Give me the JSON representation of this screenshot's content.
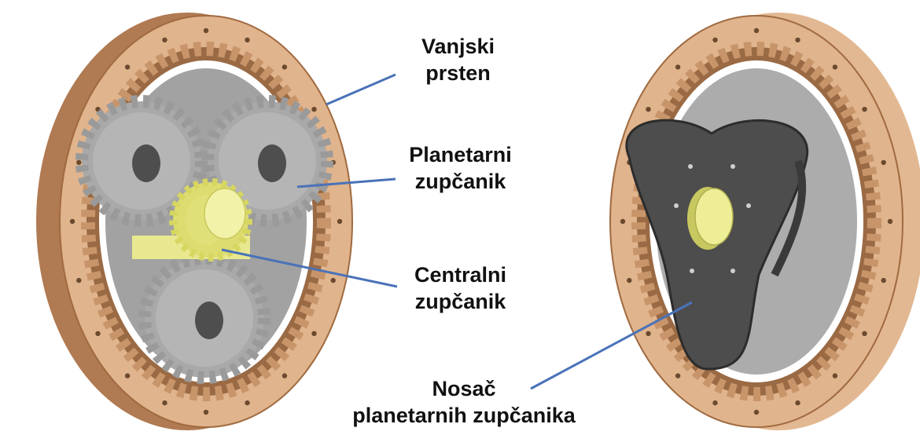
{
  "labels": {
    "outer_ring": {
      "line1": "Vanjski",
      "line2": "prsten"
    },
    "planet_gear": {
      "line1": "Planetarni",
      "line2": "zupčanik"
    },
    "sun_gear": {
      "line1": "Centralni",
      "line2": "zupčanik"
    },
    "carrier": {
      "line1": "Nosač",
      "line2": "planetarnih zupčanika"
    }
  },
  "colors": {
    "ring": "#e0b48c",
    "ring_dark": "#c08a60",
    "teeth_dark": "#8a5a36",
    "planet": "#a6a6a6",
    "planet_dark": "#5f5f5f",
    "sun": "#ecec8a",
    "carrier": "#4e4e4e",
    "leader": "#4a72b8"
  }
}
